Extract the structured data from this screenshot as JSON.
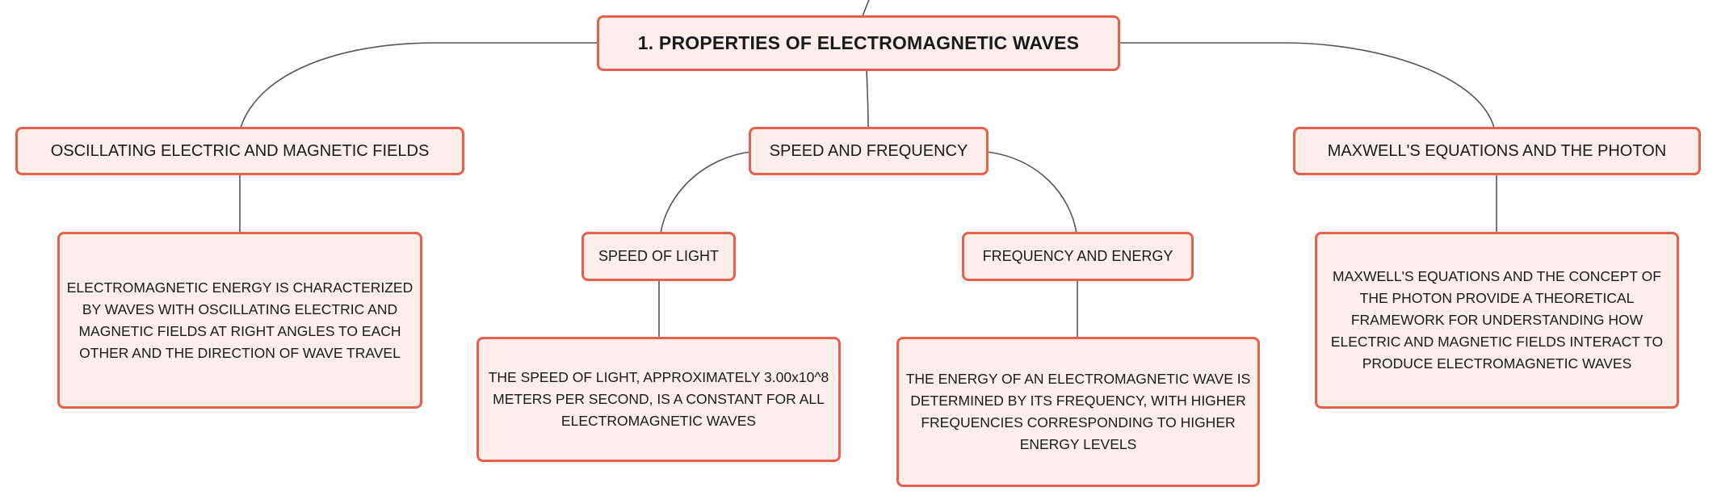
{
  "diagram": {
    "root": {
      "label": "1. PROPERTIES OF ELECTROMAGNETIC WAVES"
    },
    "branches": {
      "oscillating": {
        "label": "OSCILLATING ELECTRIC AND MAGNETIC FIELDS",
        "detail": "ELECTROMAGNETIC ENERGY IS CHARACTERIZED BY WAVES WITH OSCILLATING ELECTRIC AND MAGNETIC FIELDS AT RIGHT ANGLES TO EACH OTHER AND THE DIRECTION OF WAVE TRAVEL"
      },
      "speed_frequency": {
        "label": "SPEED AND FREQUENCY",
        "children": {
          "speed_of_light": {
            "label": "SPEED OF LIGHT",
            "detail": "THE SPEED OF LIGHT, APPROXIMATELY 3.00x10^8 METERS PER SECOND, IS A CONSTANT FOR ALL ELECTROMAGNETIC WAVES"
          },
          "frequency_energy": {
            "label": "FREQUENCY AND ENERGY",
            "detail": "THE ENERGY OF AN ELECTROMAGNETIC WAVE IS DETERMINED BY ITS FREQUENCY, WITH HIGHER FREQUENCIES CORRESPONDING TO HIGHER ENERGY LEVELS"
          }
        }
      },
      "maxwell": {
        "label": "MAXWELL'S EQUATIONS AND THE PHOTON",
        "detail": "MAXWELL'S EQUATIONS AND THE CONCEPT OF THE PHOTON PROVIDE A THEORETICAL FRAMEWORK FOR UNDERSTANDING HOW ELECTRIC AND MAGNETIC FIELDS INTERACT TO PRODUCE ELECTROMAGNETIC WAVES"
      }
    },
    "colors": {
      "node_fill": "#fdeeea",
      "node_border": "#e8604c",
      "connector": "#555555",
      "text": "#1a1a1a"
    }
  }
}
